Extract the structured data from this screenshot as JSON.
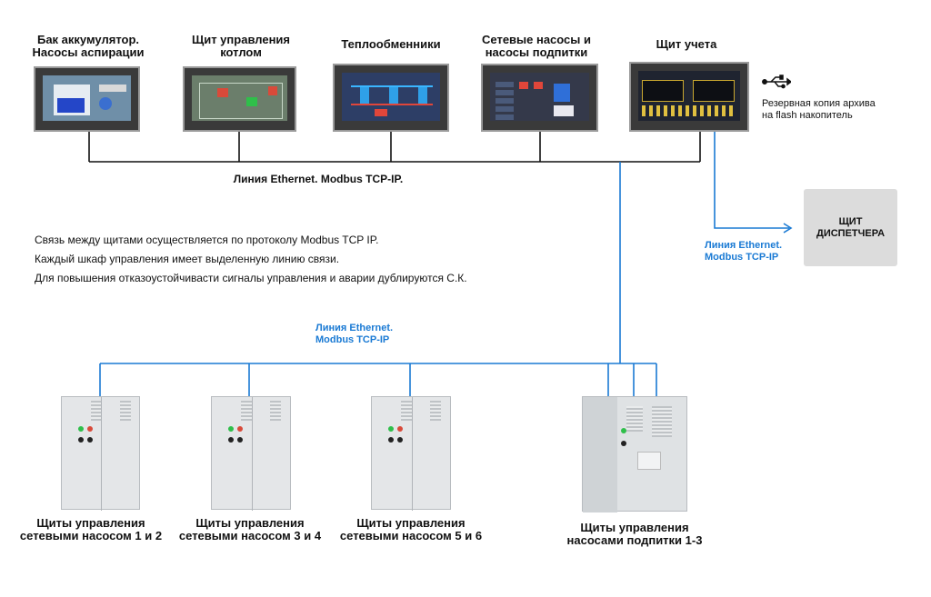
{
  "panels_top": [
    {
      "line1": "Бак аккумулятор.",
      "line2": "Насосы аспирации"
    },
    {
      "line1": "Щит управления",
      "line2": "котлом"
    },
    {
      "line1": "Теплообменники",
      "line2": ""
    },
    {
      "line1": "Сетевые насосы и",
      "line2": "насосы подпитки"
    },
    {
      "line1": "Щит учета",
      "line2": ""
    }
  ],
  "ethernet_main_label": "Линия Ethernet. Modbus TCP-IP.",
  "usb": {
    "icon": "usb-icon",
    "line1": "Резервная копия архива",
    "line2": "на flash накопитель"
  },
  "dispatch": {
    "line1": "ЩИТ",
    "line2": "ДИСПЕТЧЕРА"
  },
  "dispatch_link": {
    "line1": "Линия Ethernet.",
    "line2": "Modbus TCP-IP"
  },
  "notes": [
    "Связь между щитами осуществляется по протоколу Modbus TCP IP.",
    "Каждый шкаф управления имеет выделенную линию связи.",
    "Для повышения отказоустойчивасти сигналы управления и аварии дублируются С.К."
  ],
  "mid_link": {
    "line1": "Линия Ethernet.",
    "line2": "Modbus TCP-IP"
  },
  "cabinets": [
    {
      "line1": "Щиты управления",
      "line2": "сетевыми насосом 1 и 2"
    },
    {
      "line1": "Щиты управления",
      "line2": "сетевыми насосом 3 и 4"
    },
    {
      "line1": "Щиты управления",
      "line2": "сетевыми насосом 5 и 6"
    },
    {
      "line1": "Щиты управления",
      "line2": "насосами подпитки 1-3"
    }
  ],
  "colors": {
    "black_line": "#111111",
    "blue_line": "#1a7ad4",
    "dispatch_bg": "#dcdcdc"
  }
}
